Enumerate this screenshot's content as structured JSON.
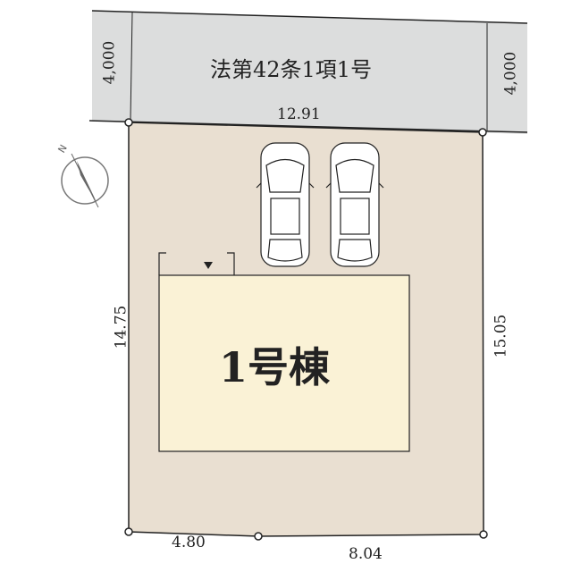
{
  "road": {
    "label": "法第42条1項1号",
    "width_left": "4,000",
    "width_right": "4,000"
  },
  "lot": {
    "frontage": "12.91",
    "left_side": "14.75",
    "right_side": "15.05",
    "rear_left": "4.80",
    "rear_right": "8.04"
  },
  "building": {
    "label": "1号棟"
  },
  "compass": {
    "label": "N"
  },
  "colors": {
    "road": "#dcdddd",
    "lot": "#e9dfd1",
    "building": "#faf2d6"
  }
}
